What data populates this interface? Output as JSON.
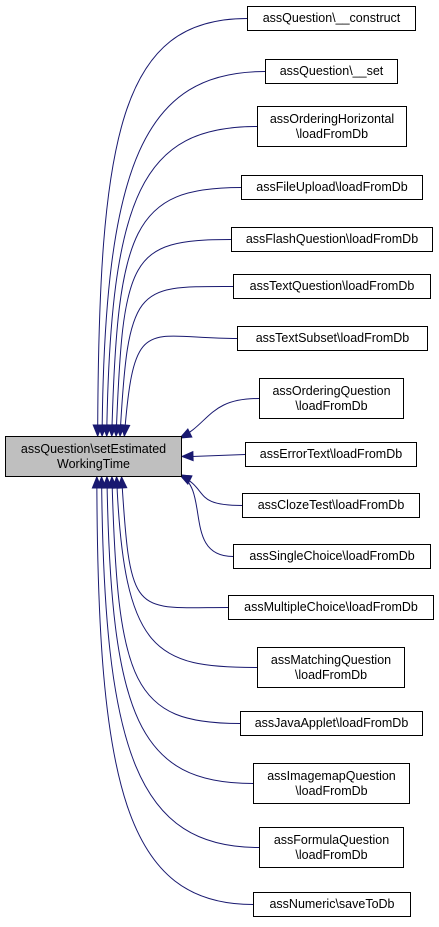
{
  "root": {
    "lines": [
      "assQuestion\\setEstimated",
      "WorkingTime"
    ]
  },
  "callers": [
    {
      "lines": [
        "assQuestion\\__construct"
      ]
    },
    {
      "lines": [
        "assQuestion\\__set"
      ]
    },
    {
      "lines": [
        "assOrderingHorizontal",
        "\\loadFromDb"
      ]
    },
    {
      "lines": [
        "assFileUpload\\loadFromDb"
      ]
    },
    {
      "lines": [
        "assFlashQuestion\\loadFromDb"
      ]
    },
    {
      "lines": [
        "assTextQuestion\\loadFromDb"
      ]
    },
    {
      "lines": [
        "assTextSubset\\loadFromDb"
      ]
    },
    {
      "lines": [
        "assOrderingQuestion",
        "\\loadFromDb"
      ]
    },
    {
      "lines": [
        "assErrorText\\loadFromDb"
      ]
    },
    {
      "lines": [
        "assClozeTest\\loadFromDb"
      ]
    },
    {
      "lines": [
        "assSingleChoice\\loadFromDb"
      ]
    },
    {
      "lines": [
        "assMultipleChoice\\loadFromDb"
      ]
    },
    {
      "lines": [
        "assMatchingQuestion",
        "\\loadFromDb"
      ]
    },
    {
      "lines": [
        "assJavaApplet\\loadFromDb"
      ]
    },
    {
      "lines": [
        "assImagemapQuestion",
        "\\loadFromDb"
      ]
    },
    {
      "lines": [
        "assFormulaQuestion",
        "\\loadFromDb"
      ]
    },
    {
      "lines": [
        "assNumeric\\saveToDb"
      ]
    }
  ],
  "colors": {
    "edge": "#191970",
    "root_fill": "#bfbfbf",
    "node_border": "#000000"
  }
}
